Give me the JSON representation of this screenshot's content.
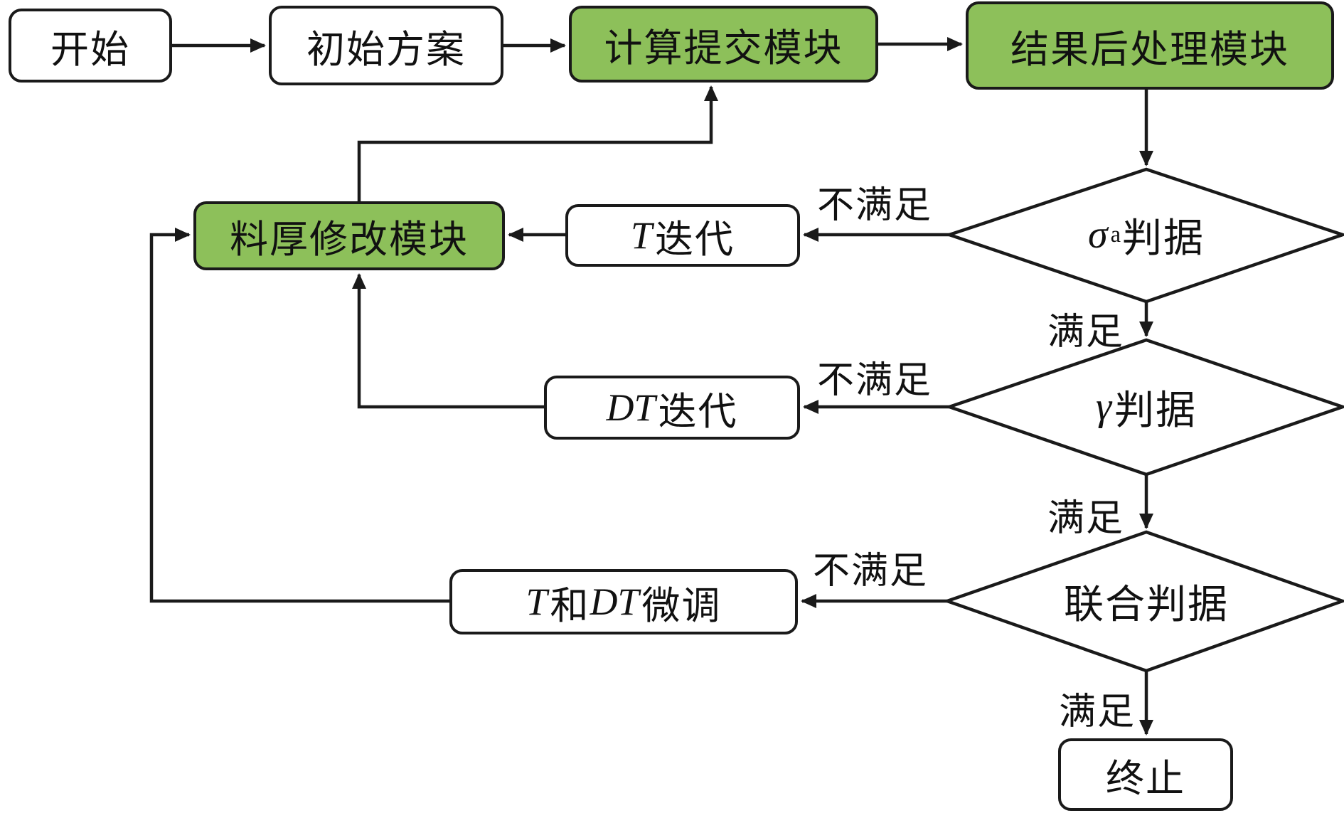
{
  "nodes": {
    "start": {
      "label": "开始"
    },
    "initial": {
      "label": "初始方案"
    },
    "submit": {
      "label": "计算提交模块"
    },
    "post": {
      "label": "结果后处理模块"
    },
    "thickness": {
      "label": "料厚修改模块"
    },
    "t_iter": {
      "var": "T",
      "suffix": "迭代"
    },
    "dt_iter": {
      "var": "DT",
      "suffix": "迭代"
    },
    "tdt_tune": {
      "var1": "T",
      "mid": "和",
      "var2": "DT",
      "suffix": "微调"
    },
    "end": {
      "label": "终止"
    }
  },
  "decisions": {
    "sigma": {
      "symbol": "σ",
      "sub": "a",
      "suffix": "判据"
    },
    "gamma": {
      "symbol": "γ",
      "suffix": "判据"
    },
    "joint": {
      "label": "联合判据"
    }
  },
  "edge_labels": {
    "unsat1": "不满足",
    "sat1": "满足",
    "unsat2": "不满足",
    "sat2": "满足",
    "unsat3": "不满足",
    "sat3": "满足"
  },
  "colors": {
    "module_fill": "#8dc05a",
    "line_color": "#1a1a1a"
  }
}
